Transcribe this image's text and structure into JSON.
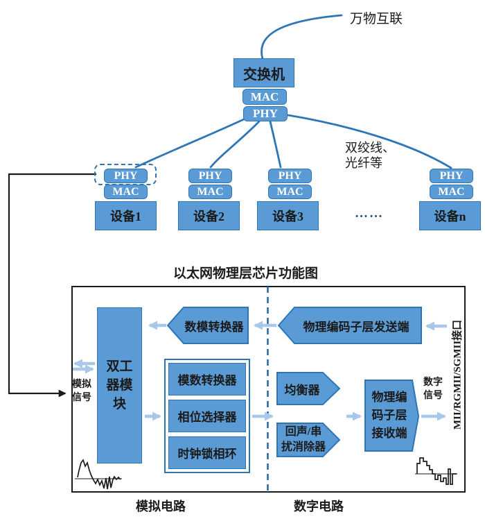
{
  "colors": {
    "box_fill": "#5B9BD5",
    "box_border": "#2E75B6",
    "topology_line": "#2E75B6",
    "light_arrow": "#A9C7E9",
    "divider_dashed_blue": "#2363A8",
    "ellipsis_blue": "#1F4E79",
    "ink_black": "#1A1A1A"
  },
  "top_diagram": {
    "internet_label": "万物互联",
    "switch": {
      "label": "交换机",
      "mac": "MAC",
      "phy": "PHY"
    },
    "medium_label": {
      "line1": "双绞线、",
      "line2": "光纤等"
    },
    "ellipsis": "……",
    "devices": [
      {
        "phy": "PHY",
        "mac": "MAC",
        "name": "设备1"
      },
      {
        "phy": "PHY",
        "mac": "MAC",
        "name": "设备2"
      },
      {
        "phy": "PHY",
        "mac": "MAC",
        "name": "设备3"
      },
      {
        "phy": "PHY",
        "mac": "MAC",
        "name": "设备n"
      }
    ]
  },
  "chip_diagram": {
    "title": "以太网物理层芯片功能图",
    "duplexer": {
      "full": "双工器模块",
      "lines": [
        "双工",
        "器模",
        "块"
      ]
    },
    "dac": "数模转换器",
    "pcs_tx": "物理编码子层发送端",
    "adc": "模数转换器",
    "phase_selector": "相位选择器",
    "clock_pll": "时钟锁相环",
    "equalizer": "均衡器",
    "echo_canceller": {
      "full": "回声/串扰消除器",
      "lines": [
        "回声/串",
        "扰消除器"
      ]
    },
    "pcs_rx": {
      "full": "物理编码子层接收端",
      "lines": [
        "物理编",
        "码子层",
        "接收端"
      ]
    },
    "analog_signal": {
      "lines": [
        "模拟",
        "信号"
      ]
    },
    "digital_signal": {
      "lines": [
        "数字",
        "信号"
      ]
    },
    "interface_label": "MII/RGMII/SGMII接口",
    "analog_circuit_label": "模拟电路",
    "digital_circuit_label": "数字电路"
  }
}
